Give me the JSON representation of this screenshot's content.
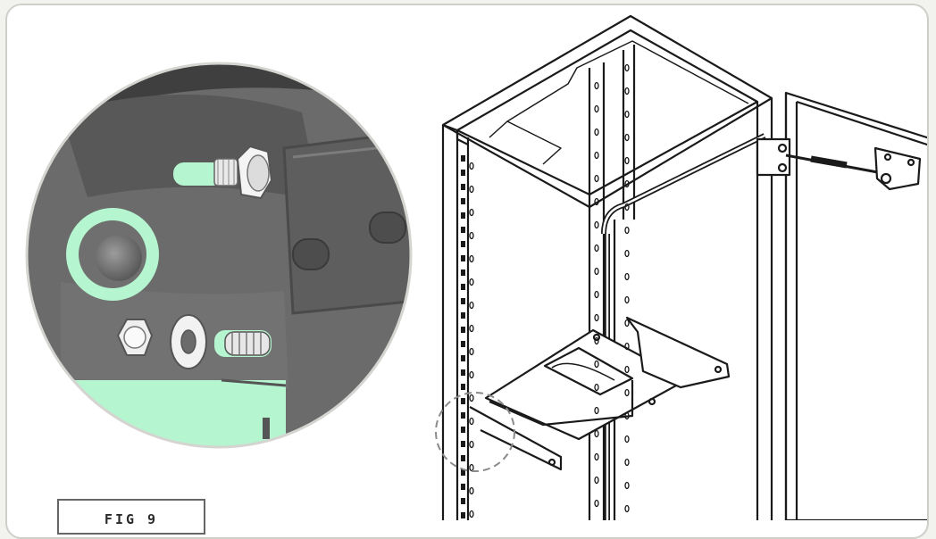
{
  "figure": {
    "label": "FIG 9",
    "accent_color": "#b5f5cf",
    "components": {
      "detail_view": "rack-mounting-hardware-closeup",
      "hardware": [
        "stud",
        "hex-nut",
        "flat-washer",
        "threaded-bolt",
        "grommet"
      ],
      "assembly": [
        "rack-cabinet-frame",
        "hinged-door",
        "gas-strut",
        "cable-manager-bracket"
      ]
    }
  }
}
